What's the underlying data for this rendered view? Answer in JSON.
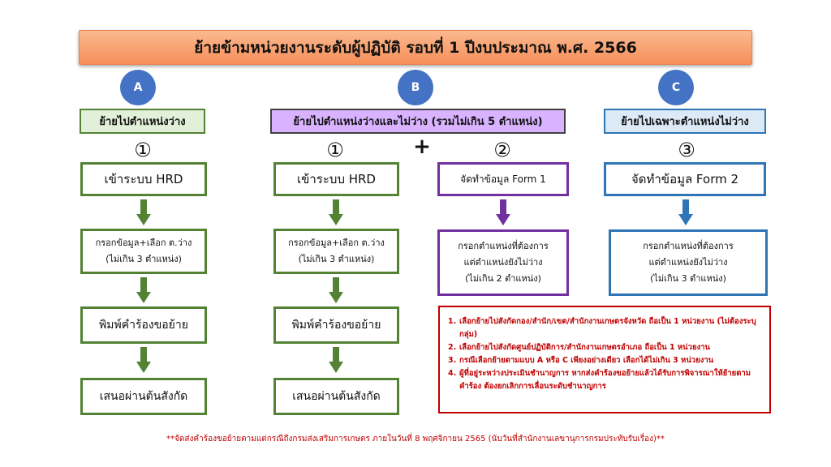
{
  "title": "ย้ายข้ามหน่วยงานระดับผู้ปฏิบัติ รอบที่ 1 ปีงบประมาณ พ.ศ. 2566",
  "colors": {
    "green": "#548235",
    "purple": "#7030a0",
    "blue": "#2e75b6",
    "red": "#c00000",
    "orange": "#f6905a"
  },
  "col_a": {
    "badge": "A",
    "heading": "ย้ายไปตำแหน่งว่าง",
    "number": "①",
    "steps": [
      {
        "line1": "เข้าระบบ HRD"
      },
      {
        "line1": "กรอกข้อมูล+เลือก ต.ว่าง",
        "line2": "(ไม่เกิน 3 ตำแหน่ง)"
      },
      {
        "line1": "พิมพ์คำร้องขอย้าย"
      },
      {
        "line1": "เสนอผ่านต้นสังกัด"
      }
    ]
  },
  "col_b": {
    "badge": "B",
    "heading": "ย้ายไปตำแหน่งว่างและไม่ว่าง (รวมไม่เกิน 5 ตำแหน่ง)",
    "plus": "+",
    "left": {
      "number": "①",
      "steps": [
        {
          "line1": "เข้าระบบ HRD"
        },
        {
          "line1": "กรอกข้อมูล+เลือก ต.ว่าง",
          "line2": "(ไม่เกิน 3 ตำแหน่ง)"
        },
        {
          "line1": "พิมพ์คำร้องขอย้าย"
        },
        {
          "line1": "เสนอผ่านต้นสังกัด"
        }
      ]
    },
    "right": {
      "number": "②",
      "step1": "จัดทำข้อมูล Form 1",
      "step2_lines": [
        "กรอกตำแหน่งที่ต้องการ",
        "แต่ตำแหน่งยังไม่ว่าง",
        "(ไม่เกิน 2 ตำแหน่ง)"
      ]
    }
  },
  "col_c": {
    "badge": "C",
    "heading": "ย้ายไปเฉพาะตำแหน่งไม่ว่าง",
    "number": "③",
    "step1": "จัดทำข้อมูล Form 2",
    "step2_lines": [
      "กรอกตำแหน่งที่ต้องการ",
      "แต่ตำแหน่งยังไม่ว่าง",
      "(ไม่เกิน 3 ตำแหน่ง)"
    ]
  },
  "notes": [
    {
      "n": "1.",
      "text": "เลือกย้ายไปสังกัดกอง/สำนัก/เขต/สำนักงานเกษตรจังหวัด ถือเป็น 1 หน่วยงาน (ไม่ต้องระบุกลุ่ม)"
    },
    {
      "n": "2.",
      "text": "เลือกย้ายไปสังกัดศูนย์ปฏิบัติการ/สำนักงานเกษตรอำเภอ ถือเป็น 1 หน่วยงาน"
    },
    {
      "n": "3.",
      "text": "กรณีเลือกย้ายตามแบบ A หรือ C เพียงอย่างเดียว เลือกได้ไม่เกิน 3 หน่วยงาน"
    },
    {
      "n": "4.",
      "text": "ผู้ที่อยู่ระหว่างประเมินชำนาญการ หากส่งคำร้องขอย้ายแล้วได้รับการพิจารณาให้ย้ายตามคำร้อง ต้องยกเลิกการเลื่อนระดับชำนาญการ"
    }
  ],
  "footer": "**จัดส่งคำร้องขอย้ายตามแต่กรณีถึงกรมส่งเสริมการเกษตร ภายในวันที่ 8 พฤศจิกายน 2565 (นับวันที่สำนักงานเลขานุการกรมประทับรับเรื่อง)**"
}
